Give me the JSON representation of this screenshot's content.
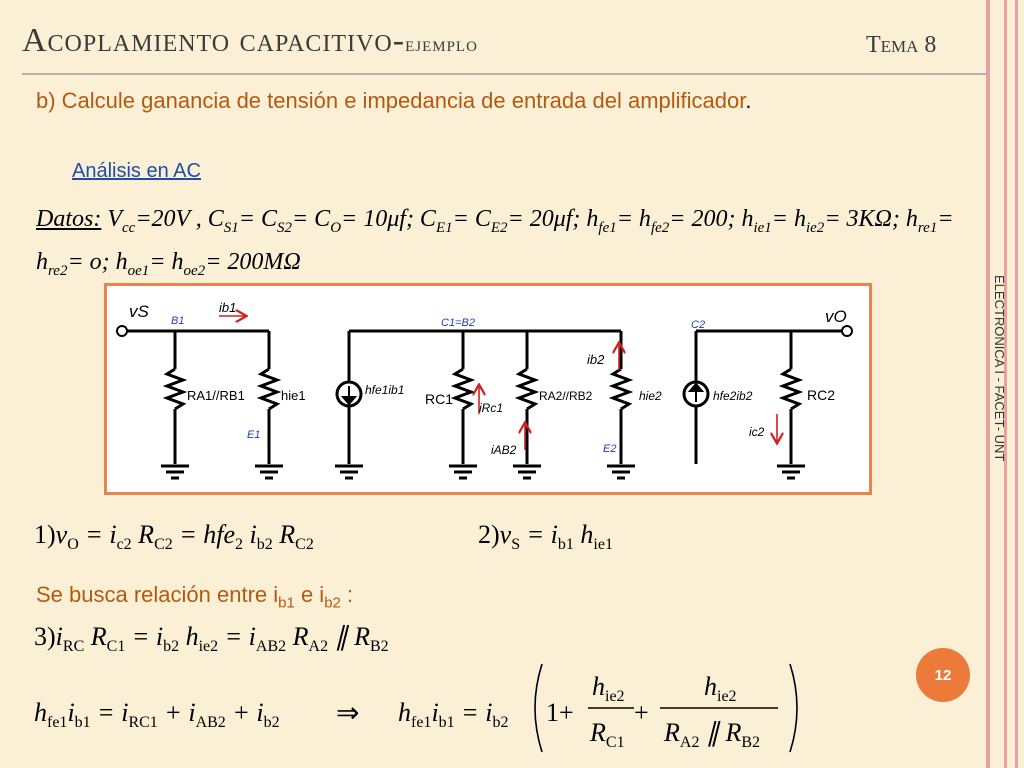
{
  "title_main": "Acoplamiento capacitivo-",
  "title_sub": "ejemplo",
  "tema": "Tema 8",
  "question": "b) Calcule ganancia de tensión e impedancia de entrada del amplificador",
  "question_end": ".",
  "link": "Análisis en AC",
  "side_text": "ELECTRONICA I - FACET- UNT",
  "datos": {
    "label": "Datos:",
    "p1": " V",
    "vcc_sub": "cc",
    "p2": "=20V , C",
    "cs1_sub": "S1",
    "p3": "= C",
    "cs2_sub": "S2",
    "p4": "= C",
    "co_sub": "O",
    "p5": "= 10μf; C",
    "ce1_sub": "E1",
    "p6": "= C",
    "ce2_sub": "E2",
    "p7": "= 20μf;  h",
    "hfe1_sub": "fe1",
    "p8": "= h",
    "hfe2_sub": "fe2",
    "p9": "=  200; h",
    "hie1_sub": "ie1",
    "p10": "= h",
    "hie2_sub": "ie2",
    "p11": "= 3KΩ; h",
    "hre1_sub": "re1",
    "p12": "= h",
    "hre2_sub": "re2",
    "p13": "= o; h",
    "hoe1_sub": "oe1",
    "p14": "= h",
    "hoe2_sub": "oe2",
    "p15": "= 200MΩ"
  },
  "circuit": {
    "vs": "vS",
    "vo": "vO",
    "b1": "B1",
    "c1b2": "C1=B2",
    "c2": "C2",
    "ib1": "ib1",
    "ib2": "ib2",
    "ra1rb1": "RA1//RB1",
    "hie1": "hie1",
    "e1": "E1",
    "hfe1ib1": "hfe1ib1",
    "rc1": "RC1",
    "irc1": "iRc1",
    "iab2": "iAB2",
    "ra2rb2": "RA2//RB2",
    "hie2": "hie2",
    "e2": "E2",
    "hfe2ib2": "hfe2ib2",
    "rc2": "RC2",
    "ic2": "ic2"
  },
  "eq1": {
    "n": "1)",
    "a": "v",
    "a_s": "O",
    "b": " = i",
    "b_s": "c2",
    "c": " R",
    "c_s": "C2",
    "d": " = hfe",
    "d_s": "2",
    "e": " i",
    "e_s": "b2",
    "f": " R",
    "f_s": "C2"
  },
  "eq2": {
    "n": "2)",
    "a": "v",
    "a_s": "S",
    "b": " = i",
    "b_s": "b1",
    "c": " h",
    "c_s": "ie1"
  },
  "busca": {
    "t1": "Se busca relación entre  i",
    "s1": "b1",
    "t2": "  e i",
    "s2": "b2",
    "t3": " :"
  },
  "eq3": {
    "n": "3)",
    "a": "i",
    "a_s": "RC",
    "b": " R",
    "b_s": "C1",
    "c": " = i",
    "c_s": "b2",
    "d": " h",
    "d_s": "ie2",
    "e": " = i",
    "e_s": "AB2",
    "f": " R",
    "f_s": "A2",
    "g": " ∥ R",
    "g_s": "B2"
  },
  "eq4": {
    "a": "h",
    "a_s": "fe1",
    "b": "i",
    "b_s": "b1",
    "c": " = i",
    "c_s": "RC1",
    "d": " + i",
    "d_s": "AB2",
    "e": " + i",
    "e_s": "b2",
    "arrow": "⇒",
    "f": "h",
    "f_s": "fe1",
    "g": "i",
    "g_s": "b1",
    "h": " = i",
    "h_s": "b2",
    "one": "1+",
    "plus": "+",
    "num1": "h",
    "num1_s": "ie2",
    "den1": "R",
    "den1_s": "C1",
    "num2": "h",
    "num2_s": "ie2",
    "den2a": "R",
    "den2a_s": "A2",
    "den2b": " ∥ R",
    "den2b_s": "B2"
  },
  "page_number": "12",
  "colors": {
    "accent": "#ec7a3a",
    "subtitle": "#b35a10",
    "link": "#1a4ea8",
    "node_label": "#1f3fb5",
    "stripe": "#e8a1a1"
  }
}
